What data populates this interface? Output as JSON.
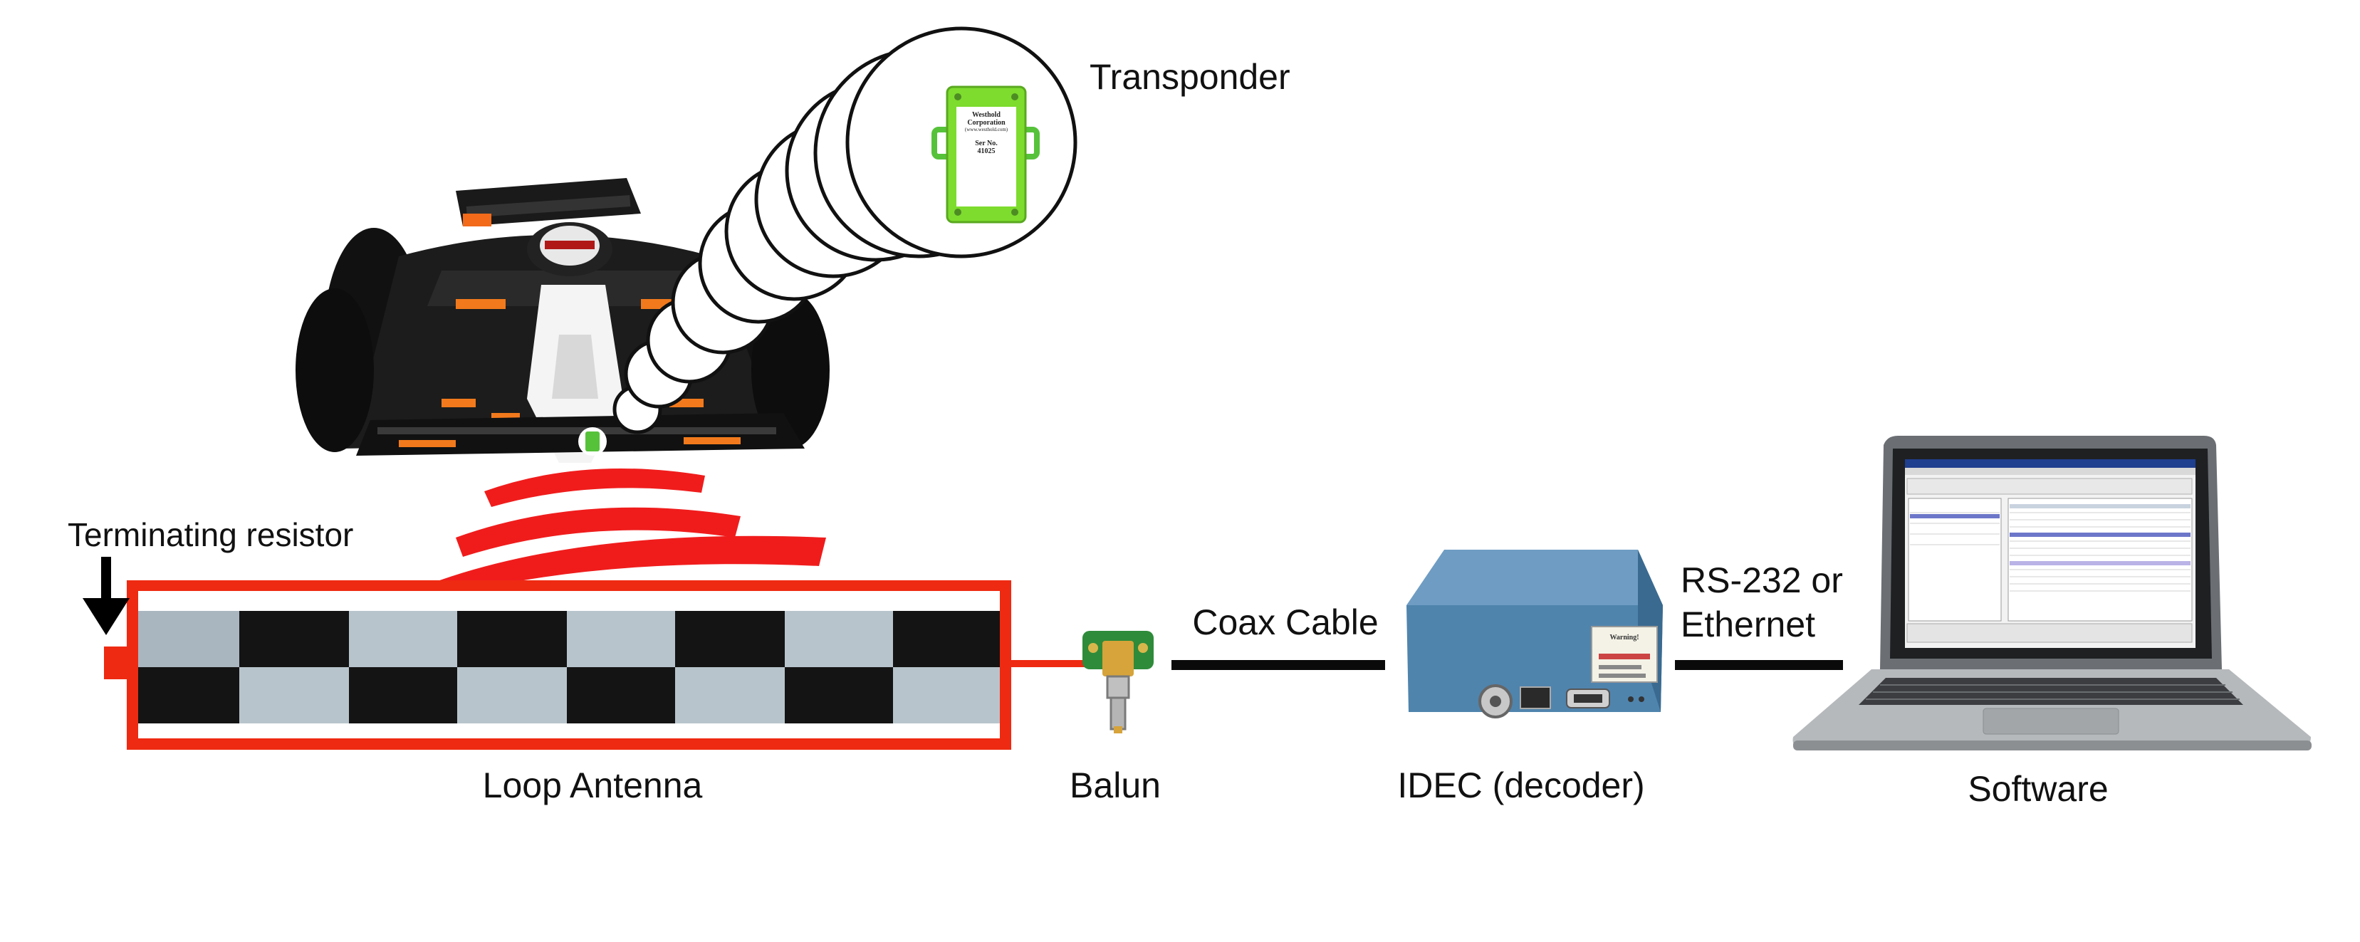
{
  "labels": {
    "transponder": "Transponder",
    "terminating_resistor": "Terminating resistor",
    "loop_antenna": "Loop Antenna",
    "balun": "Balun",
    "coax_cable": "Coax Cable",
    "idec": "IDEC (decoder)",
    "link_line1": "RS-232 or",
    "link_line2": "Ethernet",
    "software": "Software"
  },
  "transponder_tag": {
    "line1": "Westhold",
    "line2": "Corporation",
    "line3": "(www.westhold.com)",
    "line4": "Ser No.",
    "line5": "41025"
  },
  "idec_sticker": {
    "line1": "Warning!"
  },
  "colors": {
    "antenna_red": "#ee2a12",
    "signal_red": "#f01c1c",
    "tag_green": "#7ddc2e",
    "decoder_blue": "#4f84ad",
    "cable": "#0a0a0a"
  }
}
